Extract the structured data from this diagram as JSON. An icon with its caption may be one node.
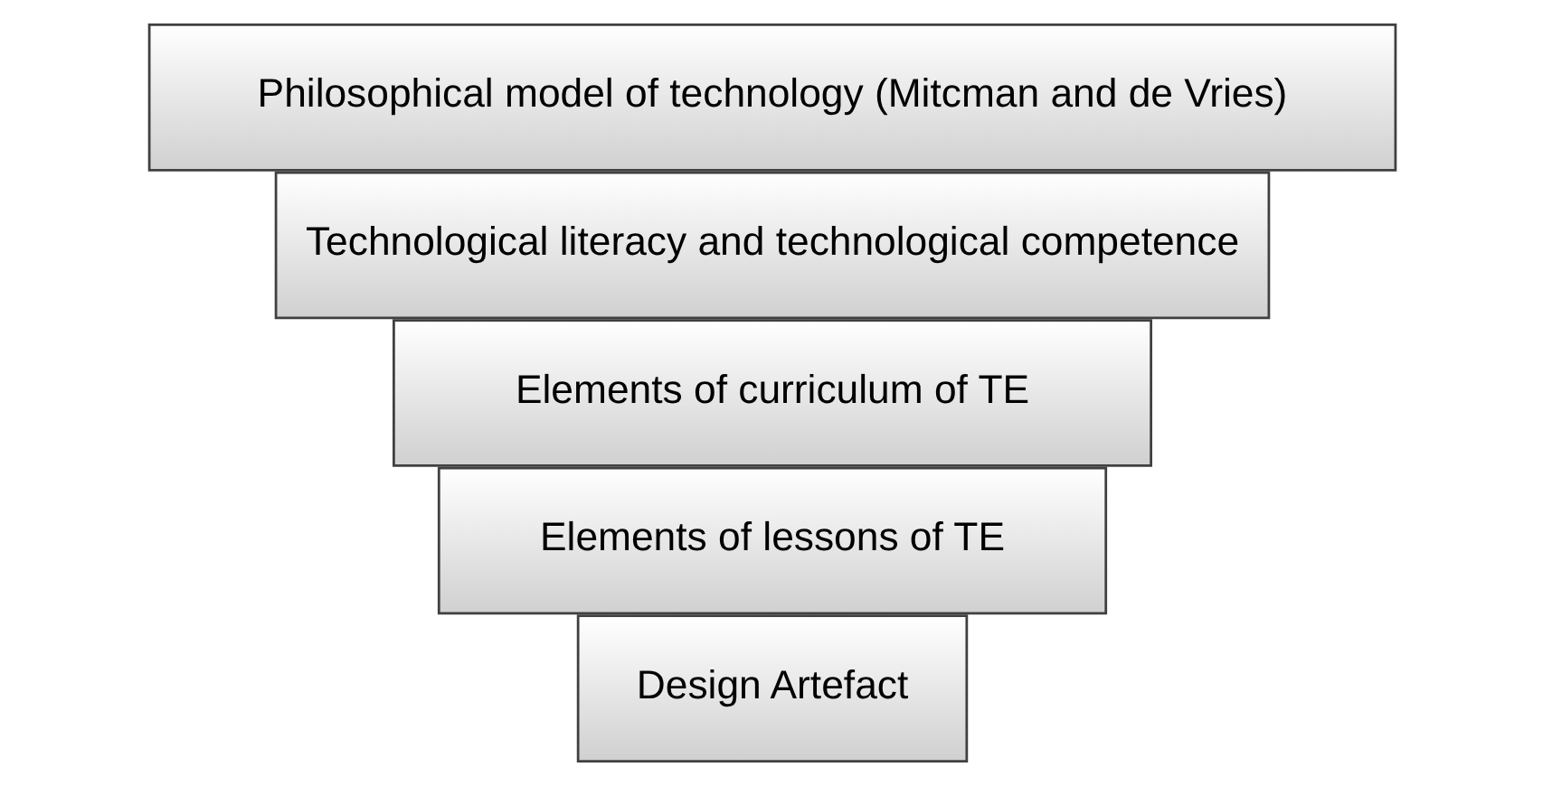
{
  "diagram": {
    "nodes": [
      {
        "text": [
          "Design Artefact"
        ]
      },
      {
        "text": [
          "Elements of lessons of TE"
        ]
      },
      {
        "text": [
          "Elements of curriculum of TE"
        ]
      },
      {
        "text": [
          "Technological literacy and technological competence"
        ]
      },
      {
        "text": [
          "Philosophical model of technology (Mitcman and de Vries)"
        ]
      }
    ]
  }
}
